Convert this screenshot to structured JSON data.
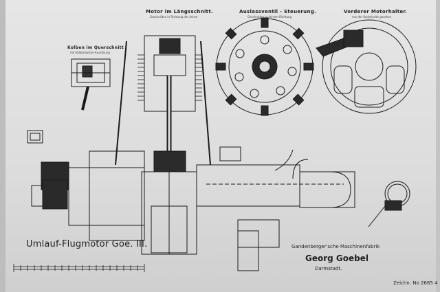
{
  "sheet": {
    "main_title": "Umlauf-Flugmotor Goe. III.",
    "manufacturer_line": "Gandenberger'sche Maschinenfabrik",
    "company": "Georg Goebel",
    "city": "Darmstadt.",
    "drawing_number": "Zeichn. No 2685 4"
  },
  "views": {
    "longitudinal": {
      "title": "Motor im Längsschnitt.",
      "subtitle": "Geschnitten in Richtung der Achse"
    },
    "piston": {
      "title": "Kolben im Querschnitt",
      "subtitle": "mit Kolbenbolzen-Anordnung"
    },
    "exhaust_valve": {
      "title": "Auslassventil - Steuerung.",
      "subtitle": "Geschnitten in Achsen-Richtung"
    },
    "front_mount": {
      "title": "Vorderer Motorhalter.",
      "subtitle": "von der Kurbelseite gesehen"
    }
  },
  "colors": {
    "paper": "#dedede",
    "ink": "#1a1a1a"
  }
}
